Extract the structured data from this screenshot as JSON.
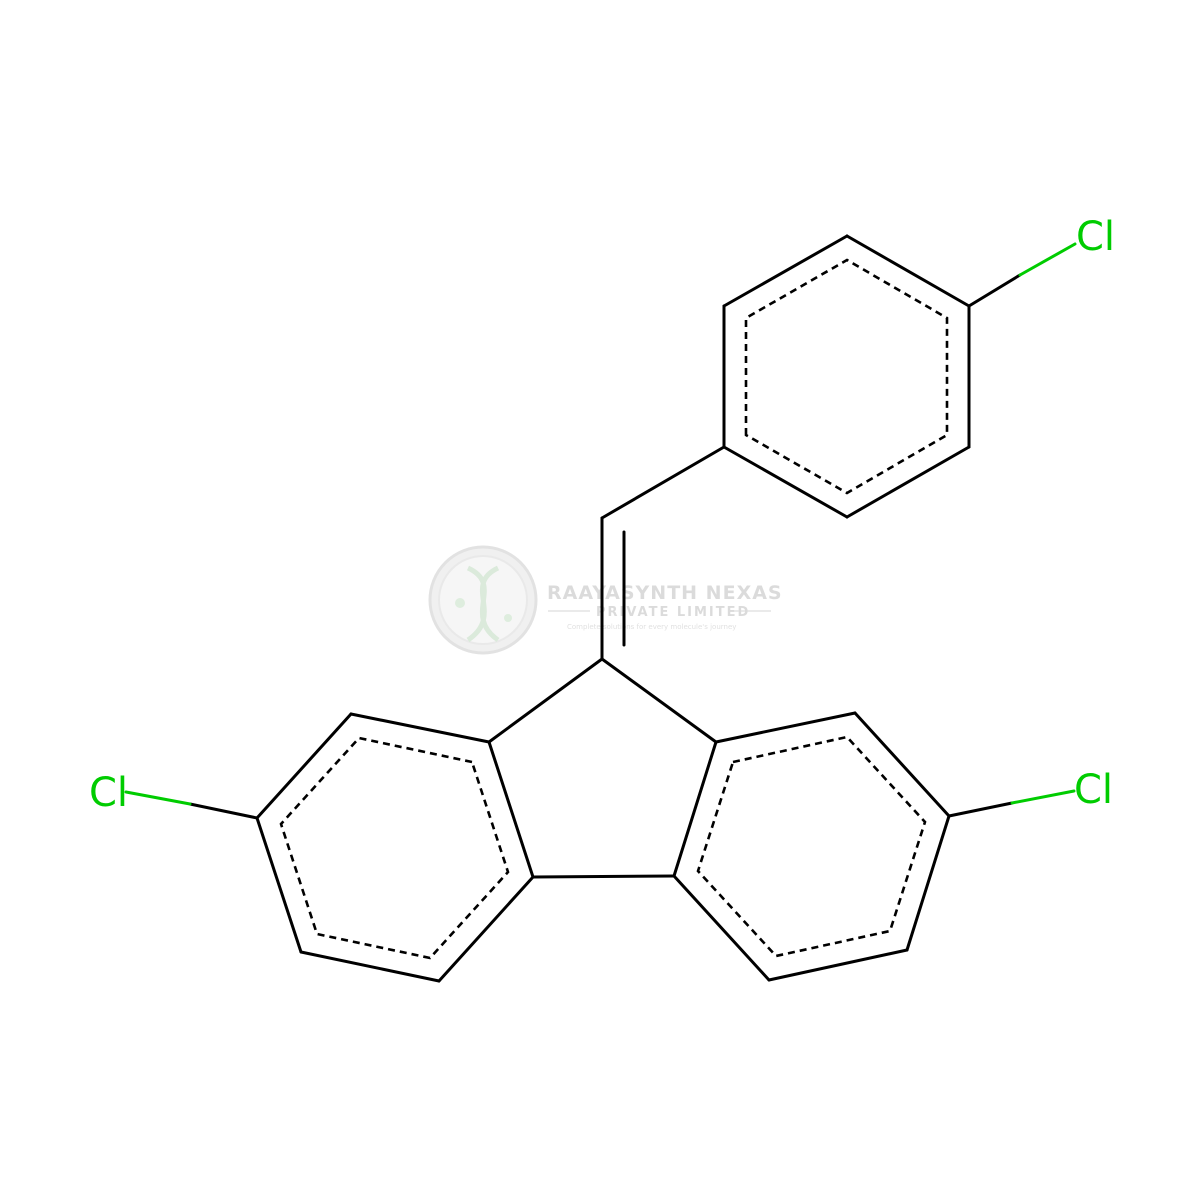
{
  "molecule": {
    "atoms": {
      "cl_top": "Cl",
      "cl_left": "Cl",
      "cl_right": "Cl"
    }
  },
  "watermark": {
    "company": "RAAYASYNTH NEXAS",
    "subtitle": "PRIVATE LIMITED",
    "tagline": "Complete solutions for every molecule's journey"
  },
  "colors": {
    "bond": "#000000",
    "chlorine": "#00CC00",
    "watermark": "#d4d4d4",
    "background": "#ffffff"
  }
}
